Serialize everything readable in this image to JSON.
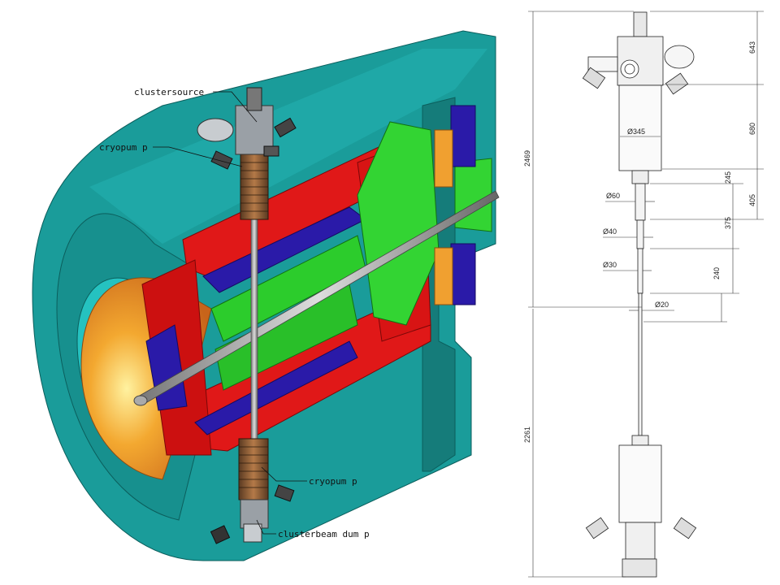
{
  "labels": {
    "clustersource": "clustersource",
    "cryopump_top": "cryopum p",
    "cryopump_bottom": "cryopum p",
    "clusterbeam_dump": "clusterbeam dum p"
  },
  "dimensions": {
    "total_height": "2469",
    "lower_height": "2261",
    "d643": "643",
    "d680": "680",
    "d245": "245",
    "d405": "405",
    "d375": "375",
    "d240": "240",
    "dia345": "Ø345",
    "dia60": "Ø60",
    "dia40": "Ø40",
    "dia30": "Ø30",
    "dia20": "Ø20"
  },
  "colors": {
    "teal": "#1a9c9a",
    "teal_dark": "#127a78",
    "red": "#e01818",
    "green": "#2ccc2c",
    "blue": "#2a1aa8",
    "orange": "#f0a030"
  }
}
